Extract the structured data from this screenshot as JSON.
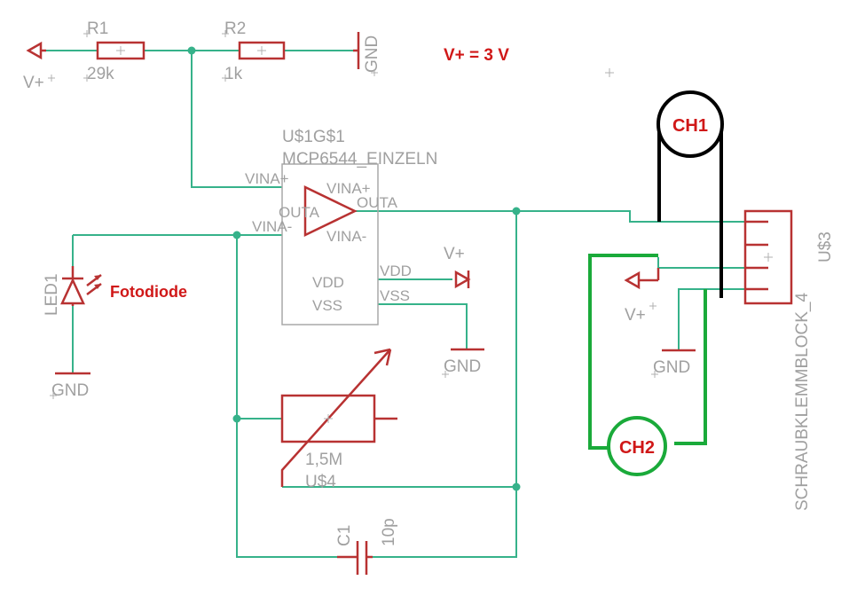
{
  "components": {
    "r1": {
      "name": "R1",
      "value": "29k"
    },
    "r2": {
      "name": "R2",
      "value": "1k"
    },
    "opamp": {
      "name": "U$1G$1",
      "part": "MCP6544_EINZELN",
      "pins": {
        "vina_plus_outer": "VINA+",
        "vina_minus_outer": "VINA-",
        "vina_plus_inner": "VINA+",
        "vina_minus_inner": "VINA-",
        "outa_inner": "OUTA",
        "outa_outer": "OUTA",
        "vdd": "VDD",
        "vss_outer": "VSS",
        "vdd_inner": "VDD",
        "vss_inner": "VSS"
      }
    },
    "led": {
      "name": "LED1",
      "note": "Fotodiode"
    },
    "pot": {
      "value": "1,5M",
      "name": "U$4"
    },
    "cap": {
      "name": "C1",
      "value": "10p"
    },
    "terminal": {
      "name": "SCHRAUBKLEMMBLOCK_4",
      "ref": "U$3"
    }
  },
  "supply": {
    "vplus": "V+",
    "gnd": "GND",
    "note": "V+ = 3 V"
  },
  "channels": {
    "ch1": "CH1",
    "ch2": "CH2"
  },
  "colors": {
    "wire": "#36b28a",
    "part": "#b83232",
    "label": "#a0a0a0",
    "note": "#d01818",
    "ch1": "#000000",
    "ch2": "#1aaa3a"
  }
}
